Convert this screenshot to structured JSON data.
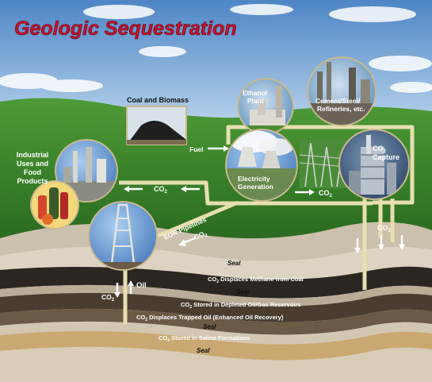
{
  "title": "Geologic Sequestration",
  "sources": {
    "coal_biomass": "Coal and Biomass",
    "ethanol_l1": "Ethanol",
    "ethanol_l2": "Plant",
    "cement_l1": "Cement/Steel/",
    "cement_l2": "Refineries, etc.",
    "electricity_l1": "Electricity",
    "electricity_l2": "Generation",
    "capture_l1": "CO",
    "capture_sub": "2",
    "capture_l2": "Capture",
    "industrial_l1": "Industrial",
    "industrial_l2": "Uses and",
    "industrial_l3": "Food",
    "industrial_l4": "Products"
  },
  "flows": {
    "fuel": "Fuel",
    "co2_main": "CO",
    "co2_industrial": "CO",
    "co2_right": "CO",
    "co2_eor": "CO",
    "co2_sub": "2",
    "eor_pipelines": "EOR Pipelines",
    "oil": "Oil",
    "co2_well": "CO"
  },
  "layers": {
    "seal_1": "Seal",
    "seal_2": "Seal",
    "seal_3": "Seal",
    "seal_4": "Seal",
    "coal_l_pre": "CO",
    "coal_l_post": " Displaces Methane from Coal",
    "depleted_pre": "CO",
    "depleted_post": " Stored in Depleted Oil/Gas Reservoirs",
    "trapped_pre": "CO",
    "trapped_post": " Displaces Trapped Oil (Enhanced Oil Recovery)",
    "saline_pre": "CO",
    "saline_post": " Stored in Saline Formations",
    "sub": "2"
  },
  "colors": {
    "title_red": "#c8102e",
    "sky": "#6f9fd0",
    "grass": "#3f8a2e",
    "pipe": "#e6dfb0",
    "coal_layer": "#2b2621",
    "sand_layer": "#c9a871"
  }
}
